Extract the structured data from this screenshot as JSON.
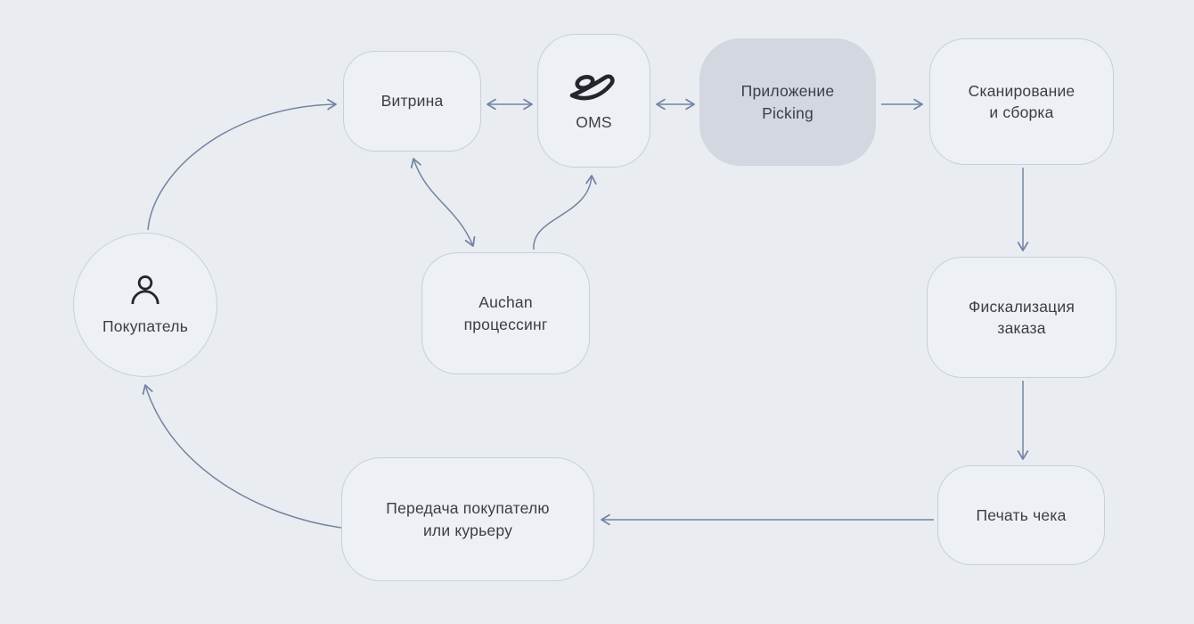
{
  "palette": {
    "page_bg": "#e9edf1",
    "node_fill": "#edf0f4",
    "node_border": "#c9cfd9",
    "highlight_fill": "#d3d7e0",
    "arrow_color": "#7384a3",
    "text_color": "#3b3e46",
    "icon_color": "#23262c"
  },
  "diagram": {
    "nodes": {
      "customer": {
        "label": "Покупатель",
        "shape": "circle",
        "icon": "person-icon"
      },
      "storefront": {
        "label": "Витрина",
        "shape": "rounded-rect"
      },
      "oms": {
        "label": "OMS",
        "shape": "rounded-rect",
        "icon": "oms-logo-icon"
      },
      "picking": {
        "label": "Приложение\nPicking",
        "shape": "rounded-rect",
        "highlighted": true
      },
      "scanning": {
        "label": "Сканирование\nи сборка",
        "shape": "rounded-rect"
      },
      "fiscalization": {
        "label": "Фискализация\nзаказа",
        "shape": "rounded-rect"
      },
      "receipt": {
        "label": "Печать чека",
        "shape": "rounded-rect"
      },
      "handover": {
        "label": "Передача покупателю\nили курьеру",
        "shape": "rounded-rect"
      },
      "processing": {
        "label": "Auchan\nпроцессинг",
        "shape": "rounded-rect"
      }
    },
    "edges": [
      {
        "from": "customer",
        "to": "storefront",
        "arrow": "single",
        "style": "curved"
      },
      {
        "from": "storefront",
        "to": "oms",
        "arrow": "double",
        "style": "straight"
      },
      {
        "from": "oms",
        "to": "picking",
        "arrow": "double",
        "style": "straight"
      },
      {
        "from": "picking",
        "to": "scanning",
        "arrow": "single",
        "style": "straight"
      },
      {
        "from": "scanning",
        "to": "fiscalization",
        "arrow": "single",
        "style": "straight"
      },
      {
        "from": "fiscalization",
        "to": "receipt",
        "arrow": "single",
        "style": "straight"
      },
      {
        "from": "receipt",
        "to": "handover",
        "arrow": "single",
        "style": "straight"
      },
      {
        "from": "handover",
        "to": "customer",
        "arrow": "single",
        "style": "curved"
      },
      {
        "from": "storefront",
        "to": "processing",
        "arrow": "double",
        "style": "curved"
      },
      {
        "from": "processing",
        "to": "oms",
        "arrow": "single",
        "style": "curved"
      }
    ]
  }
}
